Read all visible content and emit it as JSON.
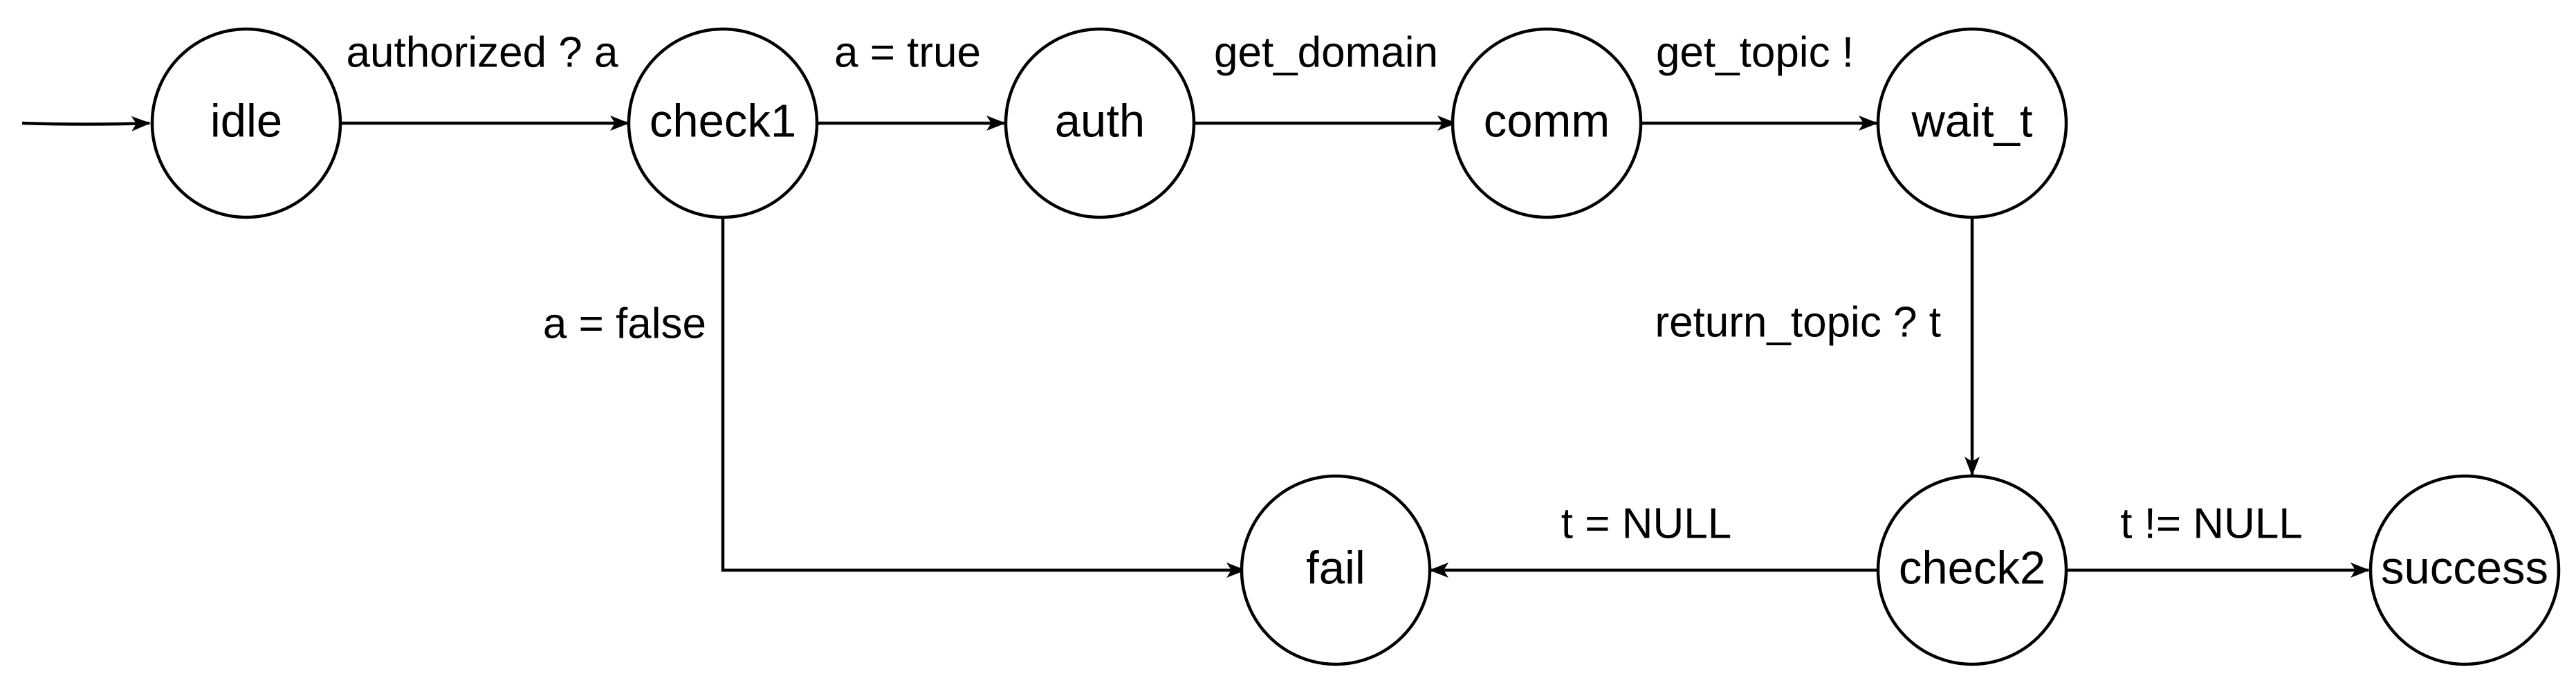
{
  "states": {
    "idle": "idle",
    "check1": "check1",
    "auth": "auth",
    "comm": "comm",
    "wait_t": "wait_t",
    "check2": "check2",
    "fail": "fail",
    "success": "success"
  },
  "transitions": {
    "idle_check1": "authorized ? a",
    "check1_auth": "a = true",
    "auth_comm": "get_domain",
    "comm_wait": "get_topic !",
    "wait_check2": "return_topic ? t",
    "check1_fail": "a = false",
    "check2_fail": "t = NULL",
    "check2_success": "t != NULL"
  }
}
